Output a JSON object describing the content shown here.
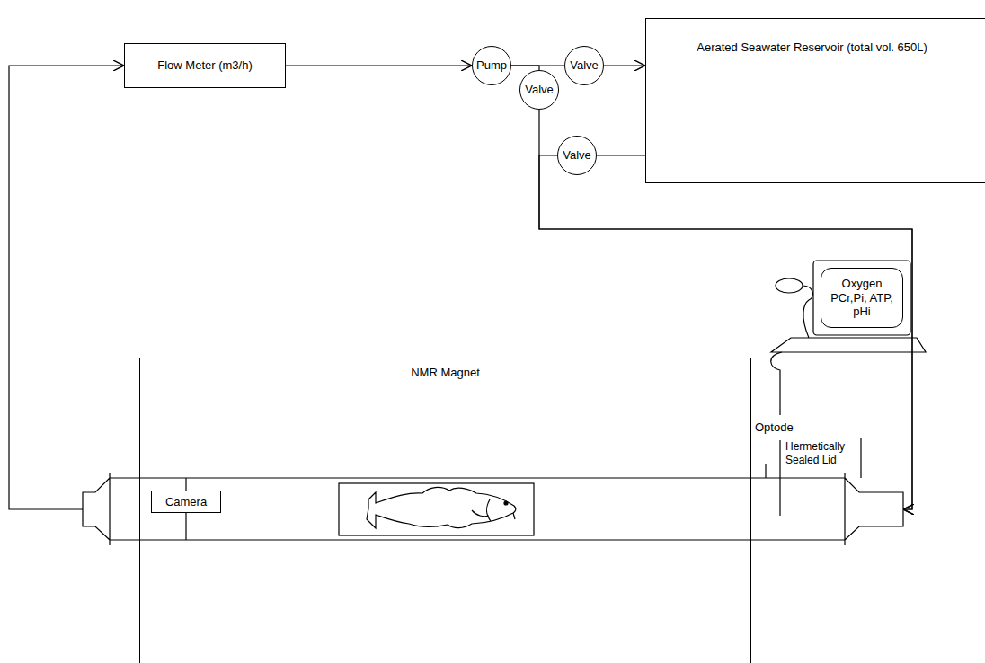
{
  "diagram": {
    "nodes": [
      {
        "text": [
          "Flow Meter (m3/h)"
        ]
      },
      {
        "text": [
          "Pump"
        ]
      },
      {
        "text": [
          "Valve"
        ]
      },
      {
        "text": [
          "Aerated Seawater Reservoir (total vol. 650L)"
        ]
      },
      {
        "text": [
          "Valve"
        ]
      },
      {
        "text": [
          "Valve"
        ]
      },
      {
        "text": [
          "Oxygen PCr,Pi, ATP, pHi"
        ]
      },
      {
        "text": [
          "NMR Magnet"
        ]
      },
      {
        "text": [
          "Camera"
        ],
        "in": 7
      }
    ],
    "edges": [
      {
        "from": 0,
        "to": 1,
        "arrow": "to"
      },
      {
        "from": 1,
        "to": 2,
        "arrow": "none"
      },
      {
        "from": 2,
        "to": 3,
        "arrow": "to"
      },
      {
        "from": 1,
        "to": 4,
        "arrow": "none"
      },
      {
        "from": 4,
        "to": 7,
        "arrow": "to"
      },
      {
        "from": 5,
        "to": 7,
        "arrow": "to"
      },
      {
        "from": 3,
        "to": 5,
        "arrow": "none"
      },
      {
        "from": 7,
        "to": 0,
        "arrow": "to"
      }
    ],
    "labels": [
      "Optode",
      "Hermetically Sealed Lid"
    ]
  }
}
